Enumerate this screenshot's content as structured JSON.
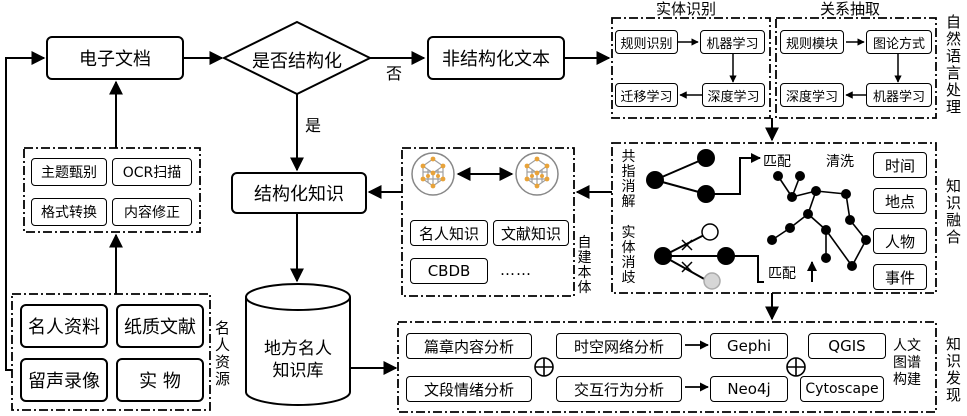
{
  "nodes": {
    "electronic_doc": "电子文档",
    "is_structured": "是否结构化",
    "unstructured_text": "非结构化文本",
    "structured_knowledge": "结构化知识",
    "kb": "地方名人\n知识库"
  },
  "edge_labels": {
    "no": "否",
    "yes": "是"
  },
  "preprocess": {
    "items": [
      "主题甄别",
      "OCR扫描",
      "格式转换",
      "内容修正"
    ]
  },
  "resources": {
    "label": "名人资源",
    "items": [
      "名人资料",
      "纸质文献",
      "留声录像",
      "实 物"
    ]
  },
  "nlp": {
    "label": "自然语言处理",
    "entity_title": "实体识别",
    "relation_title": "关系抽取",
    "entity": [
      "规则识别",
      "机器学习",
      "迁移学习",
      "深度学习"
    ],
    "relation": [
      "规则模块",
      "图论方式",
      "深度学习",
      "机器学习"
    ]
  },
  "fusion": {
    "label": "知识融合",
    "coref": "共指消解",
    "entity_disamb": "实体消歧",
    "match": "匹配",
    "clean": "清洗",
    "categories": [
      "时间",
      "地点",
      "人物",
      "事件"
    ]
  },
  "ontology": {
    "label": "自建本体",
    "items": [
      "名人知识",
      "文献知识",
      "CBDB"
    ],
    "more": "……"
  },
  "discovery": {
    "label": "知识发现",
    "analyses": [
      "篇章内容分析",
      "时空网络分析",
      "文段情绪分析",
      "交互行为分析"
    ],
    "tools": [
      "Gephi",
      "QGIS",
      "Neo4j",
      "Cytoscape"
    ],
    "build_label": "人文图谱构建",
    "plus": "⊕"
  }
}
